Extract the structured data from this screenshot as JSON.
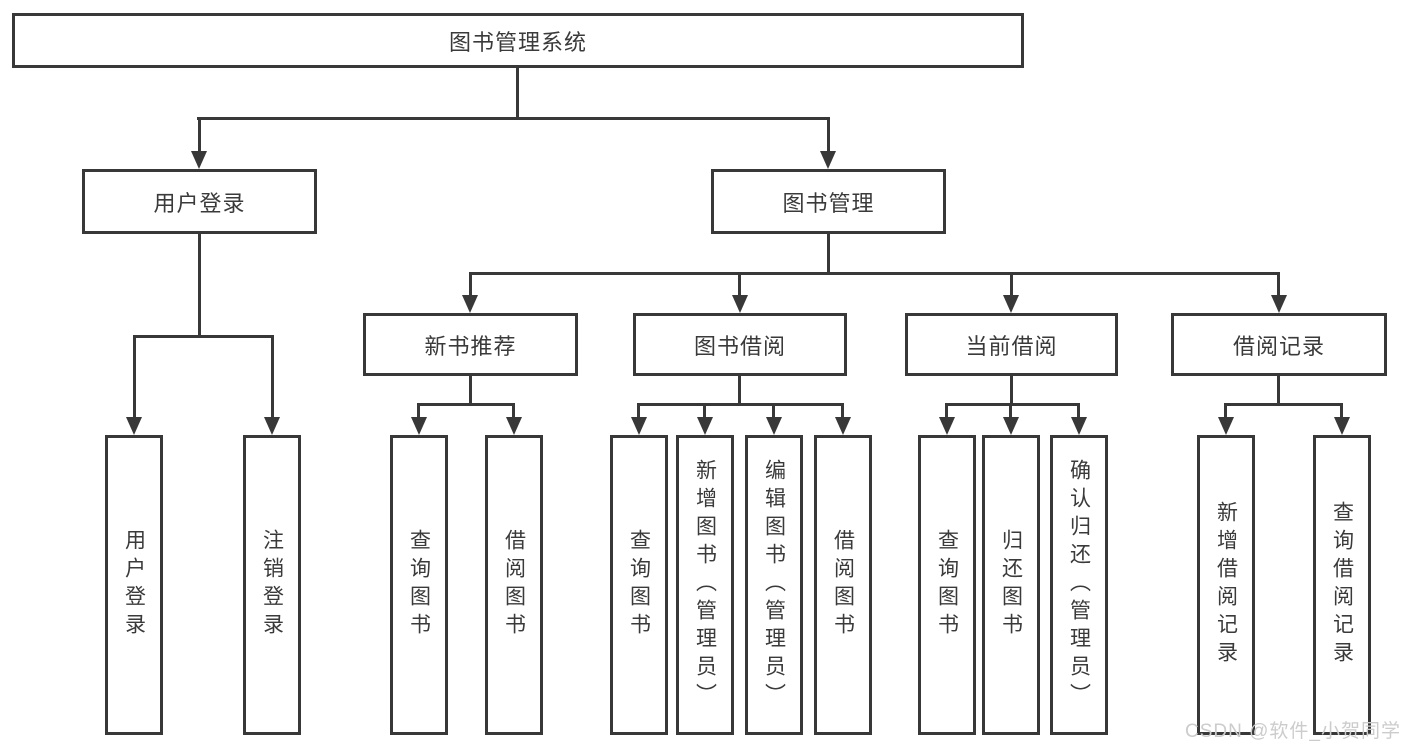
{
  "colors": {
    "line": "#383838",
    "text": "#3a3a3a",
    "background": "#ffffff",
    "watermark": "#cccccc"
  },
  "watermark": {
    "text": "CSDN @软件_小贺同学"
  },
  "tree": {
    "root": {
      "label": "图书管理系统"
    },
    "login": {
      "label": "用户登录",
      "children": [
        {
          "label": "用户登录"
        },
        {
          "label": "注销登录"
        }
      ]
    },
    "mgmt": {
      "label": "图书管理",
      "children": [
        {
          "label": "新书推荐",
          "children": [
            {
              "label": "查询图书"
            },
            {
              "label": "借阅图书"
            }
          ]
        },
        {
          "label": "图书借阅",
          "children": [
            {
              "label": "查询图书"
            },
            {
              "label": "新增图书（管理员）"
            },
            {
              "label": "编辑图书（管理员）"
            },
            {
              "label": "借阅图书"
            }
          ]
        },
        {
          "label": "当前借阅",
          "children": [
            {
              "label": "查询图书"
            },
            {
              "label": "归还图书"
            },
            {
              "label": "确认归还（管理员）"
            }
          ]
        },
        {
          "label": "借阅记录",
          "children": [
            {
              "label": "新增借阅记录"
            },
            {
              "label": "查询借阅记录"
            }
          ]
        }
      ]
    }
  }
}
